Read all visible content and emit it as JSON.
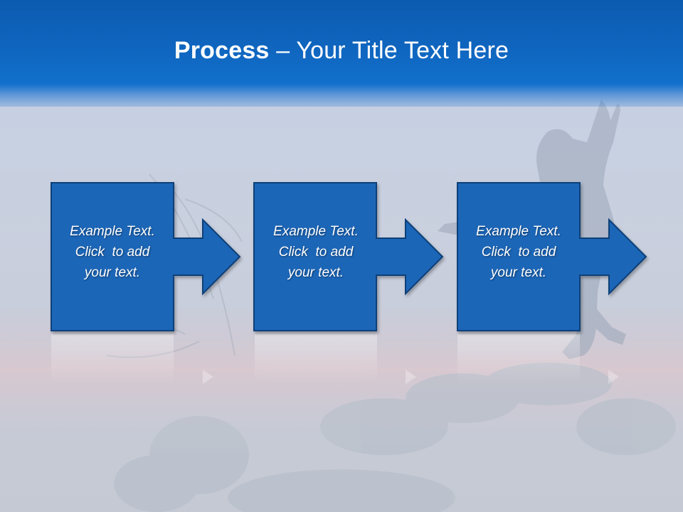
{
  "slide": {
    "title_bold": "Process",
    "title_rest": " – Your Title Text Here"
  },
  "steps": [
    {
      "line1": "Example Text.",
      "line2": "Click  to add",
      "line3": "your text."
    },
    {
      "line1": "Example Text.",
      "line2": "Click  to add",
      "line3": "your text."
    },
    {
      "line1": "Example Text.",
      "line2": "Click  to add",
      "line3": "your text."
    }
  ],
  "colors": {
    "header": "#0f64bd",
    "box_fill": "#1a66b8",
    "box_border": "#0d3f78"
  }
}
